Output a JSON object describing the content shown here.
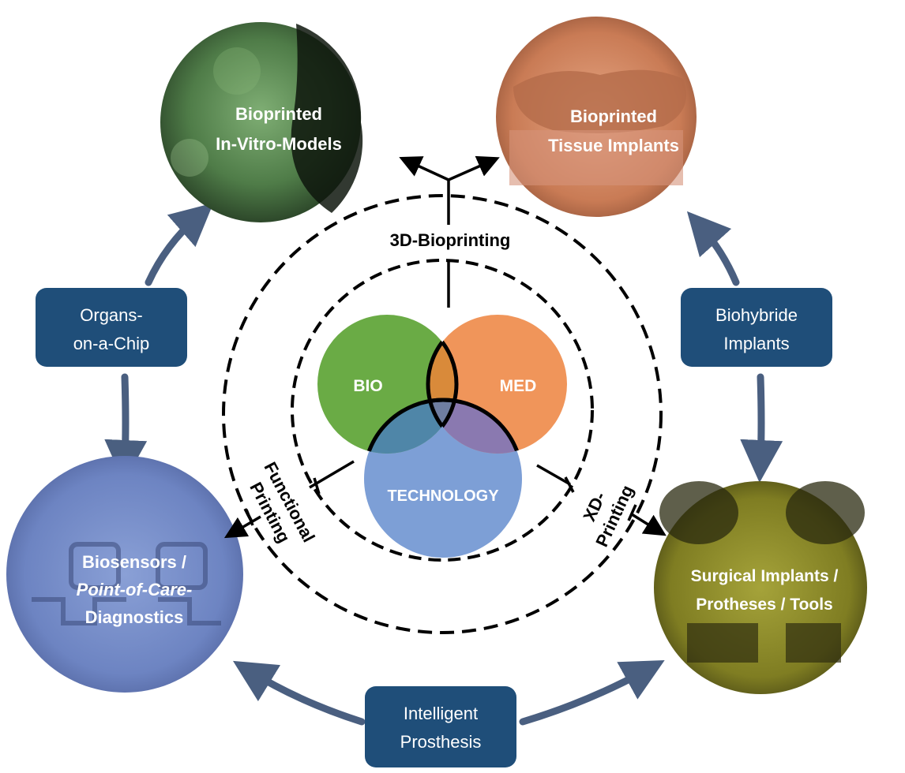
{
  "venn": {
    "bio": "BIO",
    "med": "MED",
    "technology": "TECHNOLOGY",
    "colors": {
      "bio": "#6aab45",
      "med": "#f0955a",
      "technology": "#7d9fd6",
      "bio_med": "#d98a3a",
      "bio_tech": "#4f86a8",
      "med_tech": "#8a79b0",
      "center": "#6f7ea0"
    }
  },
  "rings": {
    "outer_label": "3D-Bioprinting",
    "left_label_line1": "Functional",
    "left_label_line2": "Printing",
    "right_label_line1": "XD-",
    "right_label_line2": "Printing"
  },
  "photos": {
    "top_left": {
      "line1": "Bioprinted",
      "line2": "In-Vitro-Models",
      "tint": "#3f6b3a"
    },
    "top_right": {
      "line1": "Bioprinted",
      "line2": "Tissue Implants",
      "tint": "#c97b55"
    },
    "bottom_left": {
      "line1": "Biosensors /",
      "line2_italic": "Point-of-Care-",
      "line3": "Diagnostics",
      "tint": "#6d84c2"
    },
    "bottom_right": {
      "line1": "Surgical Implants /",
      "line2": "Protheses / Tools",
      "tint": "#8c8a25"
    }
  },
  "boxes": {
    "left": {
      "line1": "Organs-",
      "line2": "on-a-Chip"
    },
    "right": {
      "line1": "Biohybride",
      "line2": "Implants"
    },
    "bottom": {
      "line1": "Intelligent",
      "line2": "Prosthesis"
    },
    "color": "#1f4e79"
  },
  "accent": {
    "arrow": "#4a5f80"
  }
}
